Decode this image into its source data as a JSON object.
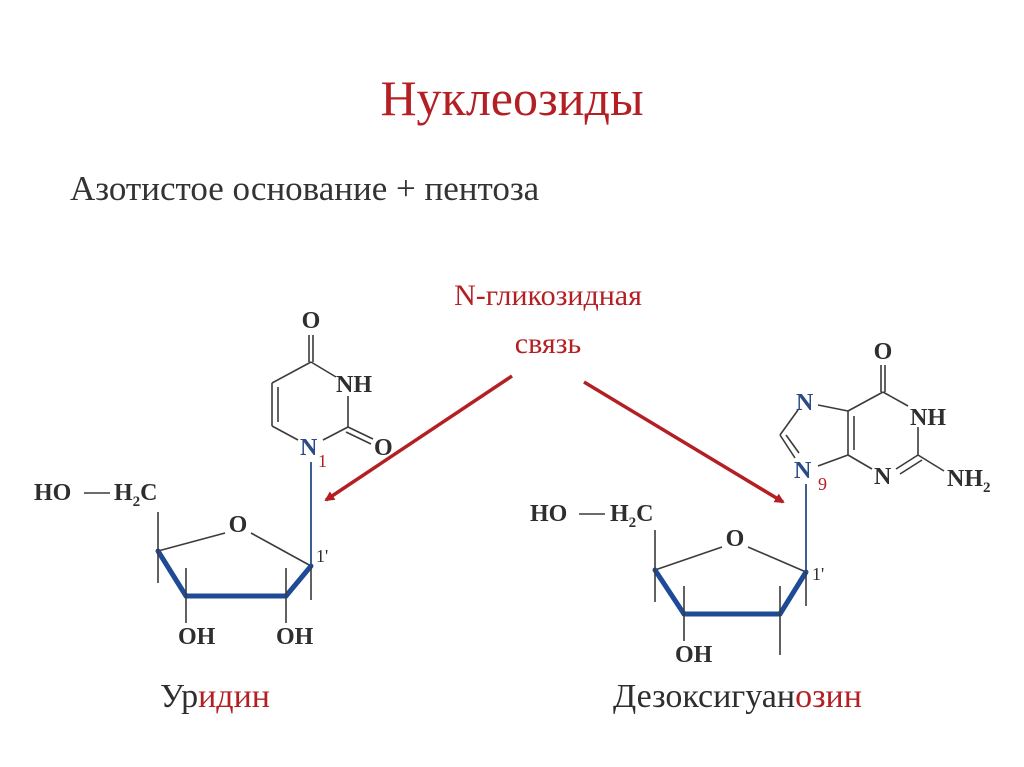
{
  "slide": {
    "title": "Нуклеозиды",
    "subtitle": "Азотистое основание + пентоза",
    "bond_label_line1": "N-гликозидная",
    "bond_label_line2": "связь"
  },
  "uridine": {
    "name_part1": "Ур",
    "name_part2": "идин",
    "atoms": {
      "o_top": "O",
      "nh": "NH",
      "o_right": "O",
      "n1": "N",
      "n1_number": "1",
      "ho": "HO",
      "h2c_h": "H",
      "h2c_sub": "2",
      "h2c_c": "C",
      "ring_o": "O",
      "c1_prime": "1'",
      "oh_left": "OH",
      "oh_right": "OH"
    }
  },
  "deoxyguanosine": {
    "name_part1": "Дезоксигуан",
    "name_part2": "озин",
    "atoms": {
      "o_top": "O",
      "n7": "N",
      "nh": "NH",
      "n9": "N",
      "n9_number": "9",
      "n3": "N",
      "nh2_nh": "NH",
      "nh2_sub": "2",
      "ho": "HO",
      "h2c_h": "H",
      "h2c_sub": "2",
      "h2c_c": "C",
      "ring_o": "O",
      "c1_prime": "1'",
      "oh": "OH"
    }
  },
  "colors": {
    "title": "#b41f24",
    "arrow": "#b41f24",
    "ring_bold_bond": "#1f4a96",
    "text": "#2e2e2e"
  }
}
